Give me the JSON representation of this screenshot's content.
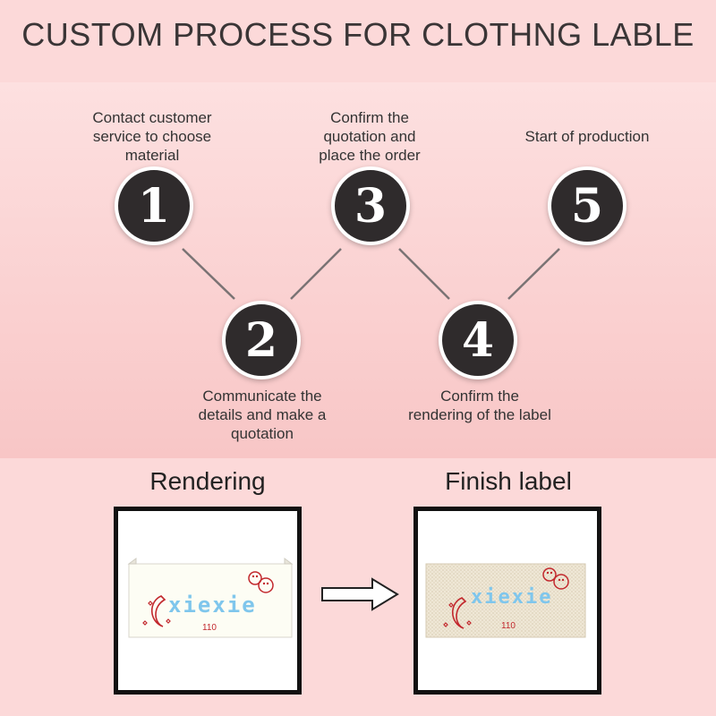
{
  "title": "CUSTOM PROCESS FOR CLOTHNG LABLE",
  "steps": [
    {
      "number": "1",
      "text_lines": [
        "Contact customer",
        "service to choose",
        "material"
      ]
    },
    {
      "number": "2",
      "text_lines": [
        "Communicate the",
        "details and make a",
        "quotation"
      ]
    },
    {
      "number": "3",
      "text_lines": [
        "Confirm the",
        "quotation and",
        "place the order"
      ]
    },
    {
      "number": "4",
      "text_lines": [
        "Confirm the",
        "rendering of the label"
      ]
    },
    {
      "number": "5",
      "text_lines": [
        "Start of production"
      ]
    }
  ],
  "panels": {
    "rendering_title": "Rendering",
    "finish_title": "Finish label",
    "label_text": "xiexie",
    "label_size": "110"
  },
  "colors": {
    "background": "#fcd9d9",
    "circle_fill": "#2f2b2c",
    "label_text_blue": "#7fc6ec",
    "label_red": "#c2282d",
    "canvas_beige": "#efe7d6"
  }
}
